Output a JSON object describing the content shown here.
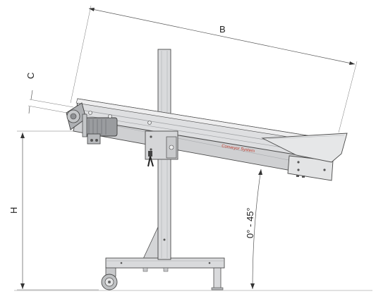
{
  "dimensions": {
    "B": "B",
    "C": "C",
    "H": "H",
    "angle": "0° - 45°"
  },
  "brand": {
    "text": "Conveyor System",
    "color": "#c0392b"
  },
  "colors": {
    "frame": "#d9dadc",
    "frame_shadow": "#a9abae",
    "outline": "#4a4a4a",
    "motor": "#8f9194"
  }
}
